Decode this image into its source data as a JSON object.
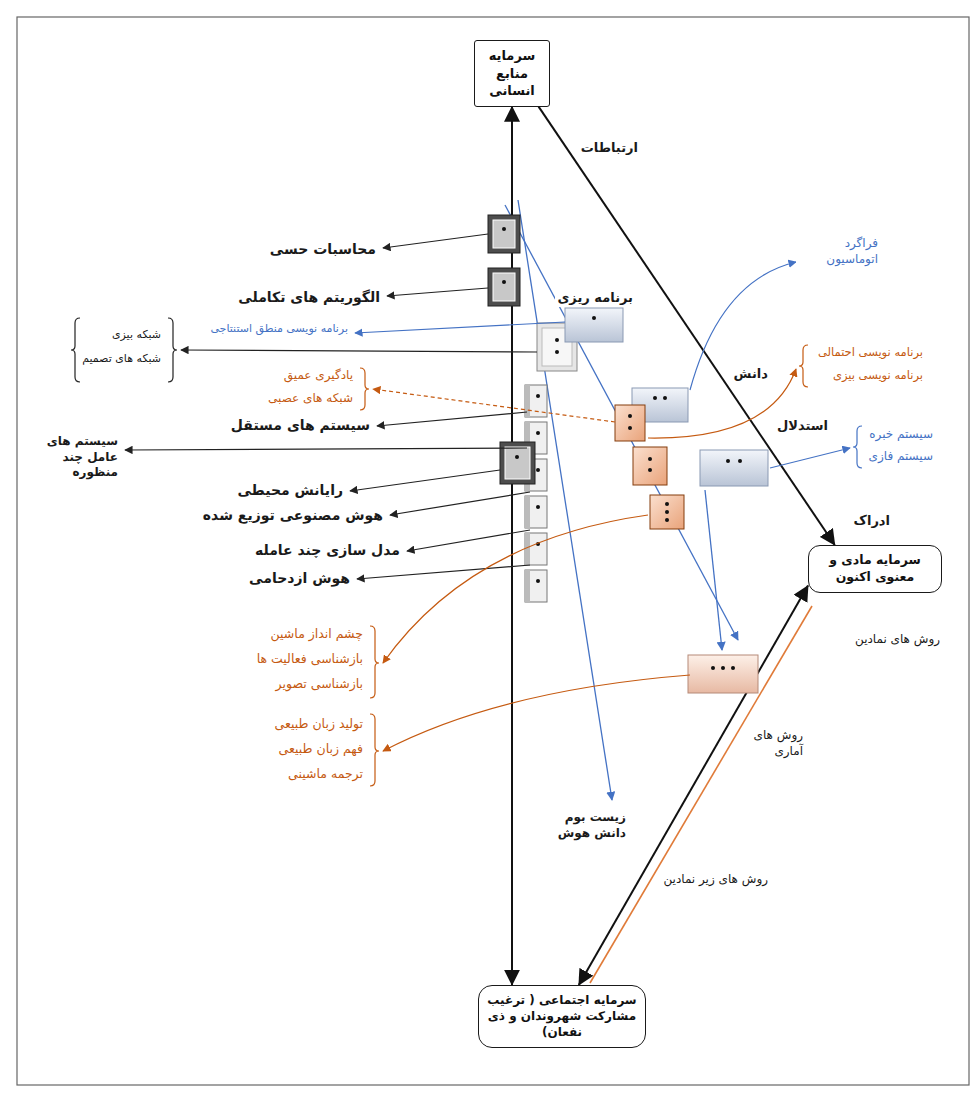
{
  "diagram": {
    "nodes": [
      {
        "text": [
          "سرمایه منابع انسانی"
        ]
      },
      {
        "text": [
          "سرمایه مادی و معنوی اکنون"
        ]
      },
      {
        "text": [
          "سرمایه اجتماعی ( ترغیب مشارکت شهروندان و ذی نفعان)"
        ]
      }
    ],
    "edges": [
      {
        "from": 0,
        "to": 2,
        "arrow": "both"
      },
      {
        "from": 0,
        "to": 1,
        "arrow": "to"
      },
      {
        "from": 1,
        "to": 2,
        "arrow": "both"
      }
    ],
    "labels": [
      "ارتباطات",
      "محاسبات حسی",
      "الگوریتم های تکاملی",
      "برنامه ریزی",
      "شبکه بیزی",
      "شبکه های تصمیم",
      "برنامه نویسی منطق استنتاجی",
      "فراگرد اتوماسیون",
      "دانش",
      "برنامه نویسی احتمالی",
      "برنامه نویسی بیزی",
      "یادگیری عمیق",
      "شبکه های عصبی",
      "استدلال",
      "سیستم خبره",
      "سیستم فازی",
      "سیستم های مستقل",
      "سیستم های عامل چند منظوره",
      "رایانش محیطی",
      "هوش مصنوعی توزیع شده",
      "ادراک",
      "مدل سازی چند عامله",
      "هوش ازدحامی",
      "روش های نمادین",
      "چشم انداز ماشین",
      "بازشناسی فعالیت ها",
      "بازشناسی تصویر",
      "تولید زبان طبیعی",
      "فهم زبان طبیعی",
      "ترجمه ماشینی",
      "روش های آماری",
      "زیست بوم دانش هوش",
      "روش های زیر نمادین"
    ]
  }
}
